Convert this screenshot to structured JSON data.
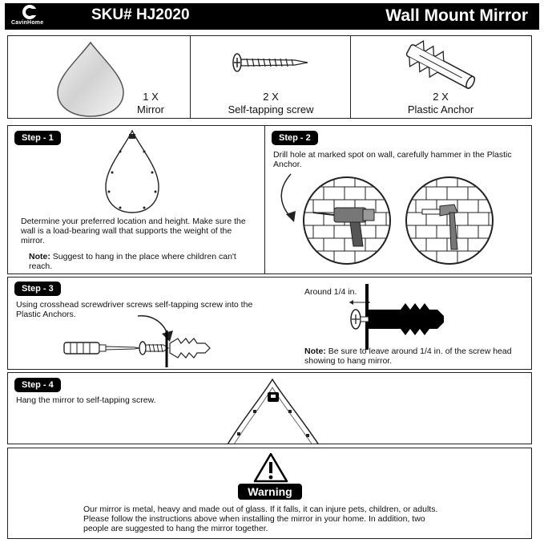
{
  "header": {
    "brand": "CavinHome",
    "sku": "SKU# HJ2020",
    "title": "Wall Mount Mirror"
  },
  "parts": [
    {
      "qty": "1 X",
      "name": "Mirror",
      "icon": "mirror-icon"
    },
    {
      "qty": "2 X",
      "name": "Self-tapping screw",
      "icon": "screw-icon"
    },
    {
      "qty": "2 X",
      "name": "Plastic Anchor",
      "icon": "anchor-icon"
    }
  ],
  "step1": {
    "label": "Step - 1",
    "text": "Determine your preferred location and height.  Make sure the wall is a load-bearing wall that supports the weight of the mirror.",
    "note_label": "Note:",
    "note": " Suggest to hang in the place where children can't reach."
  },
  "step2": {
    "label": "Step - 2",
    "text": "Drill hole at marked spot on wall, carefully hammer in the Plastic Anchor."
  },
  "step3": {
    "label": "Step - 3",
    "text": "Using crosshead screwdriver screws self-tapping screw into the Plastic Anchors.",
    "gap_label": "Around 1/4 in.",
    "note_label": "Note:",
    "note": " Be sure to leave around 1/4 in. of the screw head showing to hang mirror."
  },
  "step4": {
    "label": "Step - 4",
    "text": "Hang the mirror to self-tapping screw."
  },
  "warning": {
    "title": "Warning",
    "text": "Our mirror is metal, heavy and made out of glass.  If it falls, it can injure pets, children, or adults. Please follow the instructions above when installing the mirror in your home. In addition, two people are suggested to hang the mirror together."
  }
}
